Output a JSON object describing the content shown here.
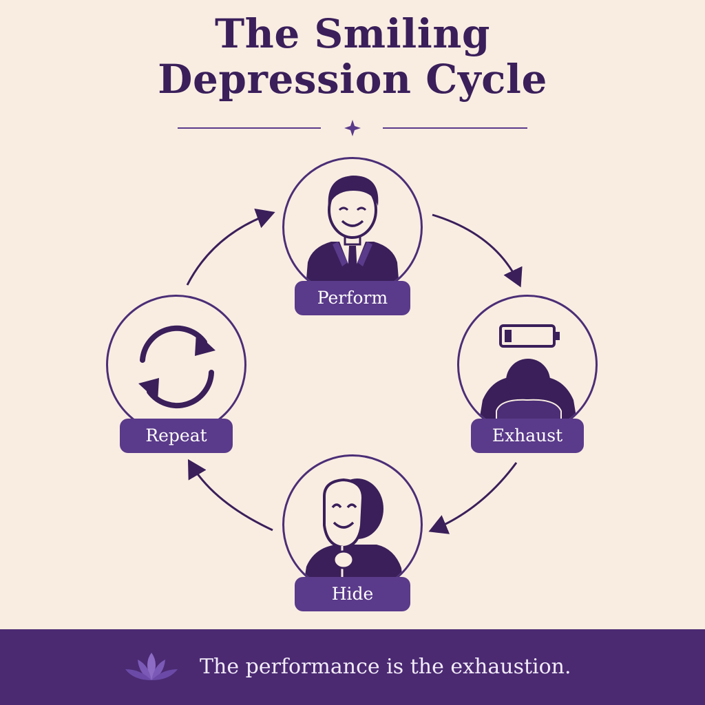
{
  "title": {
    "line1": "The Smiling",
    "line2": "Depression Cycle"
  },
  "cycle": {
    "steps": [
      {
        "label": "Perform",
        "icon": "smiling-businessman-icon"
      },
      {
        "label": "Exhaust",
        "icon": "exhausted-person-low-battery-icon"
      },
      {
        "label": "Hide",
        "icon": "person-holding-smiling-mask-icon"
      },
      {
        "label": "Repeat",
        "icon": "repeat-arrows-icon"
      }
    ]
  },
  "footer": {
    "text": "The performance is the exhaustion.",
    "icon": "lotus-icon"
  },
  "colors": {
    "background": "#f9ede2",
    "primary": "#3a1f5a",
    "accent": "#5a3a8a",
    "footer": "#4b2a72"
  }
}
